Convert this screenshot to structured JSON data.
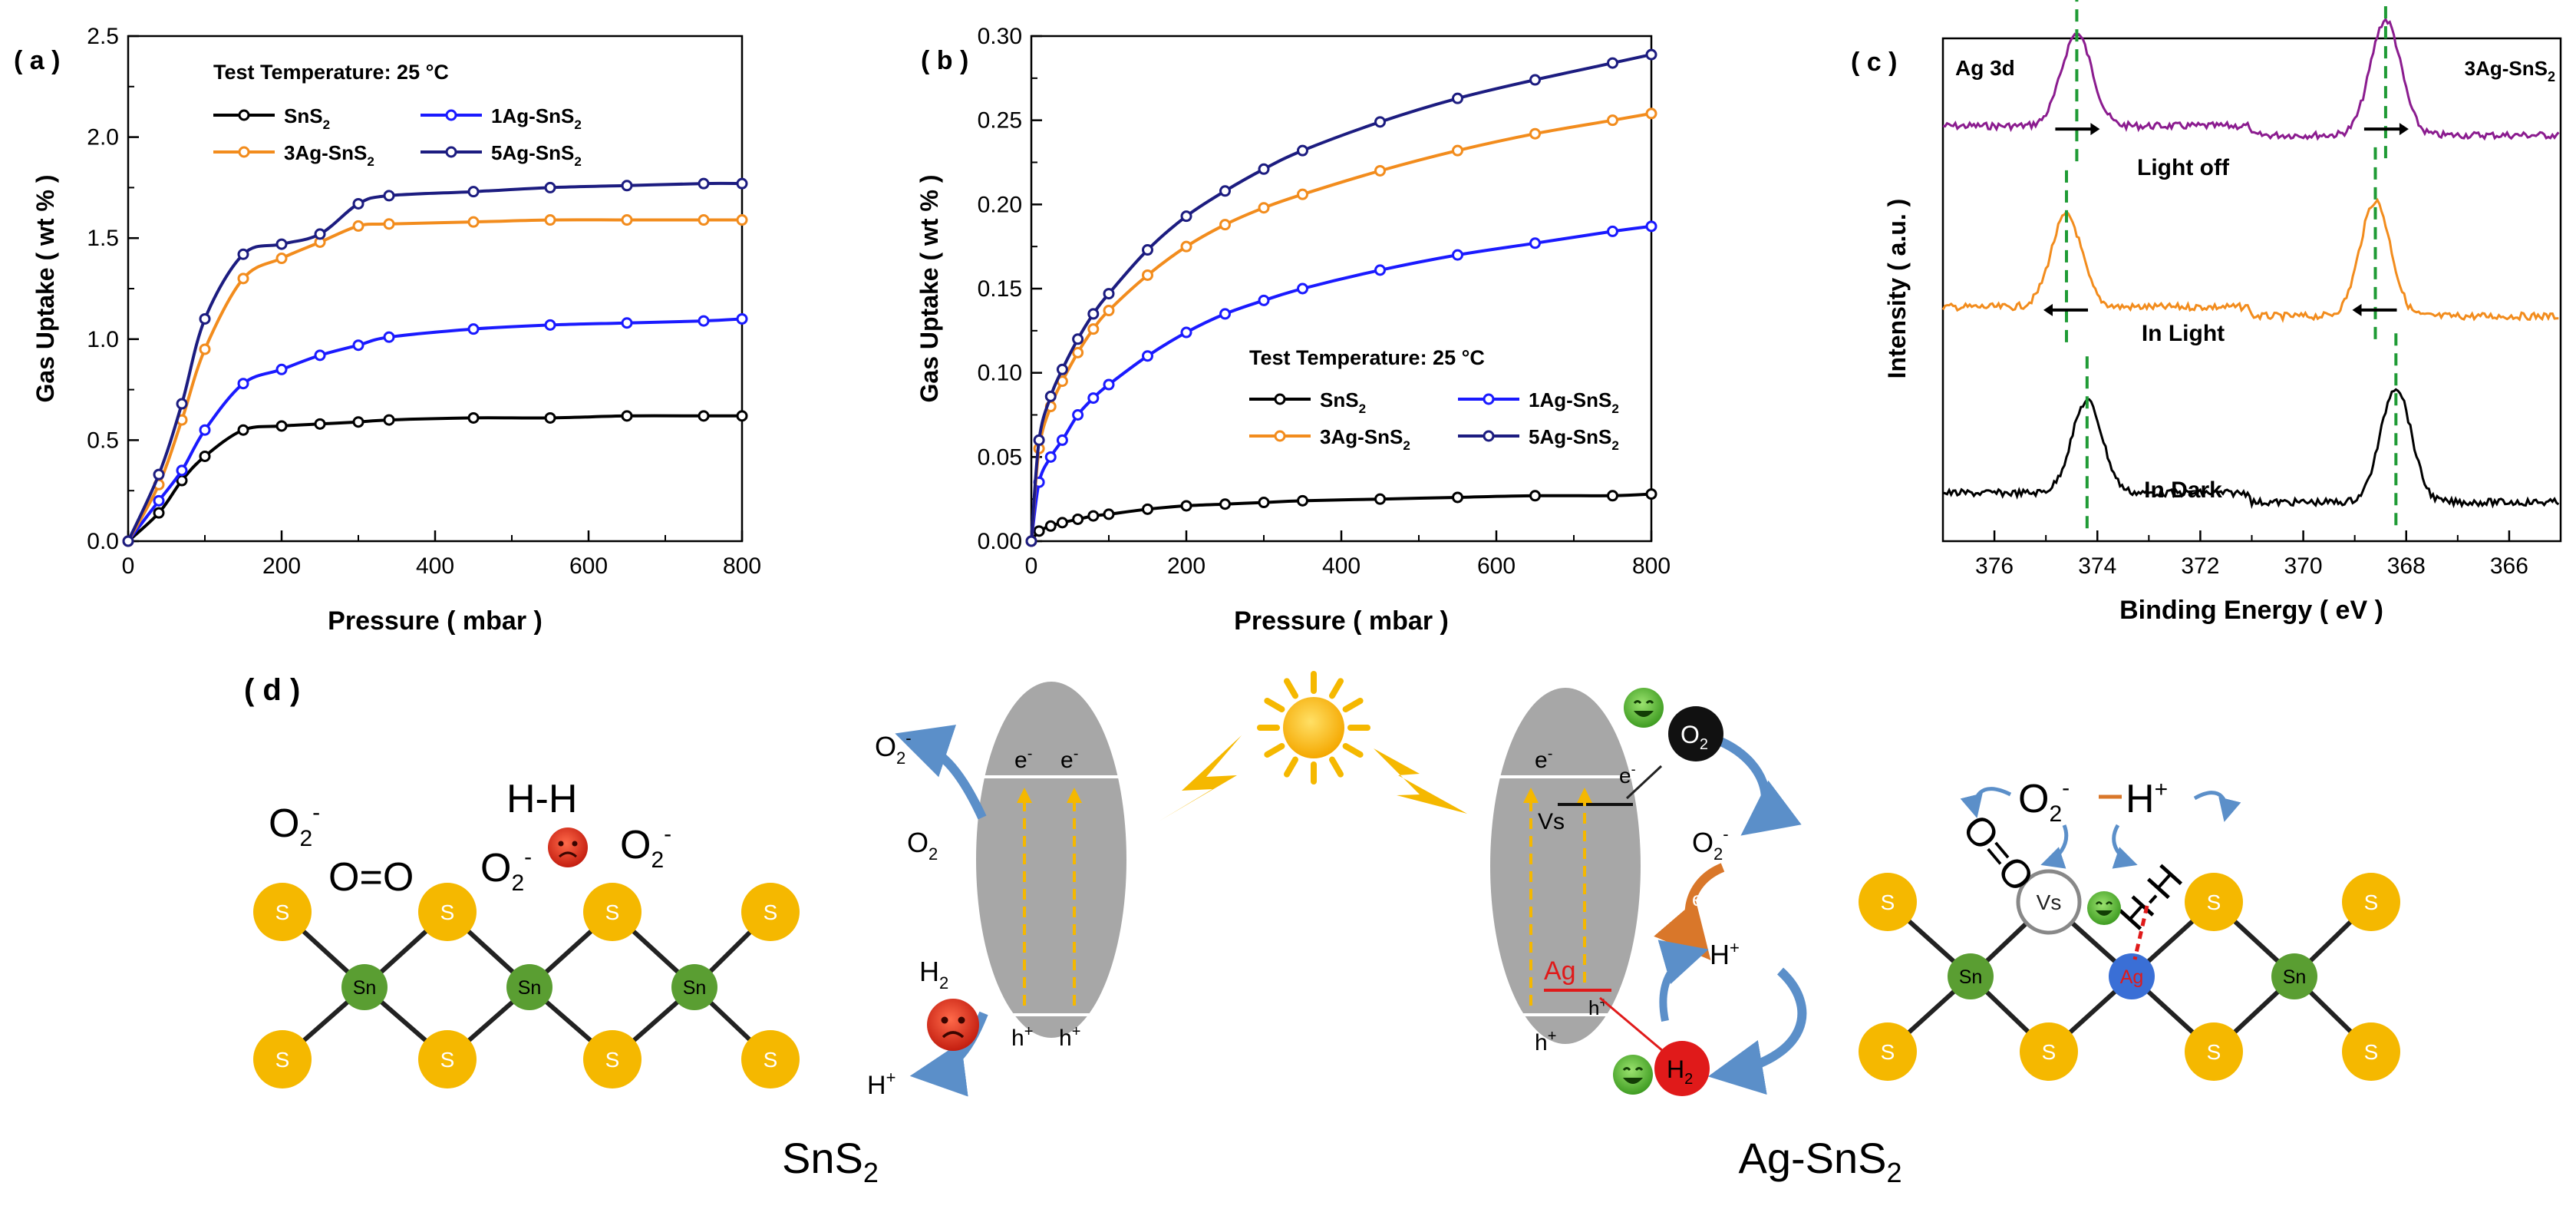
{
  "panel_labels": {
    "a": "( a )",
    "b": "( b )",
    "c": "( c )",
    "d": "( d )"
  },
  "series_labels": {
    "sns2": [
      "SnS",
      "2"
    ],
    "ag1": [
      "1Ag-SnS",
      "2"
    ],
    "ag3": [
      "3Ag-SnS",
      "2"
    ],
    "ag5": [
      "5Ag-SnS",
      "2"
    ]
  },
  "colors": {
    "sns2": "#000000",
    "ag1": "#1a1aff",
    "ag3": "#f28c1d",
    "ag5": "#1c1c80",
    "xps_off": "#8b1c8f",
    "xps_light": "#f28c1d",
    "xps_dark": "#000000",
    "guide": "#1f9b35",
    "sulfur": "#f5b800",
    "tin": "#5a9e32",
    "silver": "#3a6fd6",
    "band": "#a7a7a7",
    "sun": "#f5b800"
  },
  "chart_data": [
    {
      "type": "line",
      "panel": "a",
      "title": "",
      "annotation": "Test Temperature: 25 °C",
      "xlabel": "Pressure ( mbar )",
      "ylabel": "Gas Uptake ( wt % )",
      "xlim": [
        0,
        800
      ],
      "ylim": [
        0,
        2.5
      ],
      "xticks": [
        "0",
        "200",
        "400",
        "600",
        "800"
      ],
      "yticks": [
        "0.0",
        "0.5",
        "1.0",
        "1.5",
        "2.0",
        "2.5"
      ],
      "legend_position": "top-left",
      "series": [
        {
          "key": "sns2",
          "x": [
            0,
            40,
            70,
            100,
            150,
            200,
            250,
            300,
            340,
            450,
            550,
            650,
            750,
            800
          ],
          "y": [
            0,
            0.14,
            0.3,
            0.42,
            0.55,
            0.57,
            0.58,
            0.59,
            0.6,
            0.61,
            0.61,
            0.62,
            0.62,
            0.62
          ]
        },
        {
          "key": "ag1",
          "x": [
            0,
            40,
            70,
            100,
            150,
            200,
            250,
            300,
            340,
            450,
            550,
            650,
            750,
            800
          ],
          "y": [
            0,
            0.2,
            0.35,
            0.55,
            0.78,
            0.85,
            0.92,
            0.97,
            1.01,
            1.05,
            1.07,
            1.08,
            1.09,
            1.1
          ]
        },
        {
          "key": "ag3",
          "x": [
            0,
            40,
            70,
            100,
            150,
            200,
            250,
            300,
            340,
            450,
            550,
            650,
            750,
            800
          ],
          "y": [
            0,
            0.28,
            0.6,
            0.95,
            1.3,
            1.4,
            1.48,
            1.56,
            1.57,
            1.58,
            1.59,
            1.59,
            1.59,
            1.59
          ]
        },
        {
          "key": "ag5",
          "x": [
            0,
            40,
            70,
            100,
            150,
            200,
            250,
            300,
            340,
            450,
            550,
            650,
            750,
            800
          ],
          "y": [
            0,
            0.33,
            0.68,
            1.1,
            1.42,
            1.47,
            1.52,
            1.67,
            1.71,
            1.73,
            1.75,
            1.76,
            1.77,
            1.77
          ]
        }
      ]
    },
    {
      "type": "line",
      "panel": "b",
      "title": "",
      "annotation": "Test Temperature: 25 °C",
      "xlabel": "Pressure ( mbar )",
      "ylabel": "Gas Uptake ( wt % )",
      "xlim": [
        0,
        800
      ],
      "ylim": [
        0,
        0.3
      ],
      "xticks": [
        "0",
        "200",
        "400",
        "600",
        "800"
      ],
      "yticks": [
        "0.00",
        "0.05",
        "0.10",
        "0.15",
        "0.20",
        "0.25",
        "0.30"
      ],
      "legend_position": "bottom-right",
      "series": [
        {
          "key": "sns2",
          "x": [
            0,
            10,
            25,
            40,
            60,
            80,
            100,
            150,
            200,
            250,
            300,
            350,
            450,
            550,
            650,
            750,
            800
          ],
          "y": [
            0,
            0.006,
            0.009,
            0.011,
            0.013,
            0.015,
            0.016,
            0.019,
            0.021,
            0.022,
            0.023,
            0.024,
            0.025,
            0.026,
            0.027,
            0.027,
            0.028
          ]
        },
        {
          "key": "ag1",
          "x": [
            0,
            10,
            25,
            40,
            60,
            80,
            100,
            150,
            200,
            250,
            300,
            350,
            450,
            550,
            650,
            750,
            800
          ],
          "y": [
            0,
            0.035,
            0.05,
            0.06,
            0.075,
            0.085,
            0.093,
            0.11,
            0.124,
            0.135,
            0.143,
            0.15,
            0.161,
            0.17,
            0.177,
            0.184,
            0.187
          ]
        },
        {
          "key": "ag3",
          "x": [
            0,
            10,
            25,
            40,
            60,
            80,
            100,
            150,
            200,
            250,
            300,
            350,
            450,
            550,
            650,
            750,
            800
          ],
          "y": [
            0,
            0.055,
            0.08,
            0.095,
            0.112,
            0.126,
            0.137,
            0.158,
            0.175,
            0.188,
            0.198,
            0.206,
            0.22,
            0.232,
            0.242,
            0.25,
            0.254
          ]
        },
        {
          "key": "ag5",
          "x": [
            0,
            10,
            25,
            40,
            60,
            80,
            100,
            150,
            200,
            250,
            300,
            350,
            450,
            550,
            650,
            750,
            800
          ],
          "y": [
            0,
            0.06,
            0.086,
            0.102,
            0.12,
            0.135,
            0.147,
            0.173,
            0.193,
            0.208,
            0.221,
            0.232,
            0.249,
            0.263,
            0.274,
            0.284,
            0.289
          ]
        }
      ]
    },
    {
      "type": "line",
      "panel": "c",
      "title": "",
      "xlabel": "Binding Energy ( eV )",
      "ylabel": "Intensity ( a.u. )",
      "xlim": [
        377,
        365
      ],
      "x_reversed": true,
      "xticks": [
        "376",
        "374",
        "372",
        "370",
        "368",
        "366"
      ],
      "corner_labels": [
        "Ag 3d",
        "3Ag-SnS",
        "2"
      ],
      "series": [
        {
          "key": "xps_off",
          "name": "Light off",
          "peaks_ev": [
            374.4,
            368.4
          ],
          "baseline_level": 0.78
        },
        {
          "key": "xps_light",
          "name": "In Light",
          "peaks_ev": [
            374.6,
            368.6
          ],
          "baseline_level": 0.42
        },
        {
          "key": "xps_dark",
          "name": "In Dark",
          "peaks_ev": [
            374.2,
            368.2
          ],
          "baseline_level": 0.05
        }
      ]
    }
  ],
  "diagram": {
    "sulfur_label": "S",
    "tin_label": "Sn",
    "silver_label": "Ag",
    "vacancy_label": "Vs",
    "left_title": [
      "SnS",
      "2"
    ],
    "right_title": [
      "Ag-SnS",
      "2"
    ],
    "left_molecules": {
      "o2_minus": [
        "O",
        "2",
        "-"
      ],
      "o_eq_o": "O=O",
      "h_h": "H-H"
    },
    "left_band": {
      "electron": "e",
      "hole": "h",
      "o2": [
        "O",
        "2"
      ],
      "h2": [
        "H",
        "2"
      ],
      "h_plus": [
        "H",
        "+"
      ]
    },
    "right_band": {
      "electron": "e",
      "hole": "h",
      "vs": "Vs",
      "ag": "Ag",
      "o2": [
        "O",
        "2"
      ],
      "h2": [
        "H",
        "2"
      ],
      "h_plus": [
        "H",
        "+"
      ]
    },
    "right_molecules": {
      "o2_minus": [
        "O",
        "2",
        "-"
      ],
      "h_plus": [
        "H",
        "+"
      ],
      "o_eq_o": "O=O",
      "h_h": "H-H"
    }
  }
}
